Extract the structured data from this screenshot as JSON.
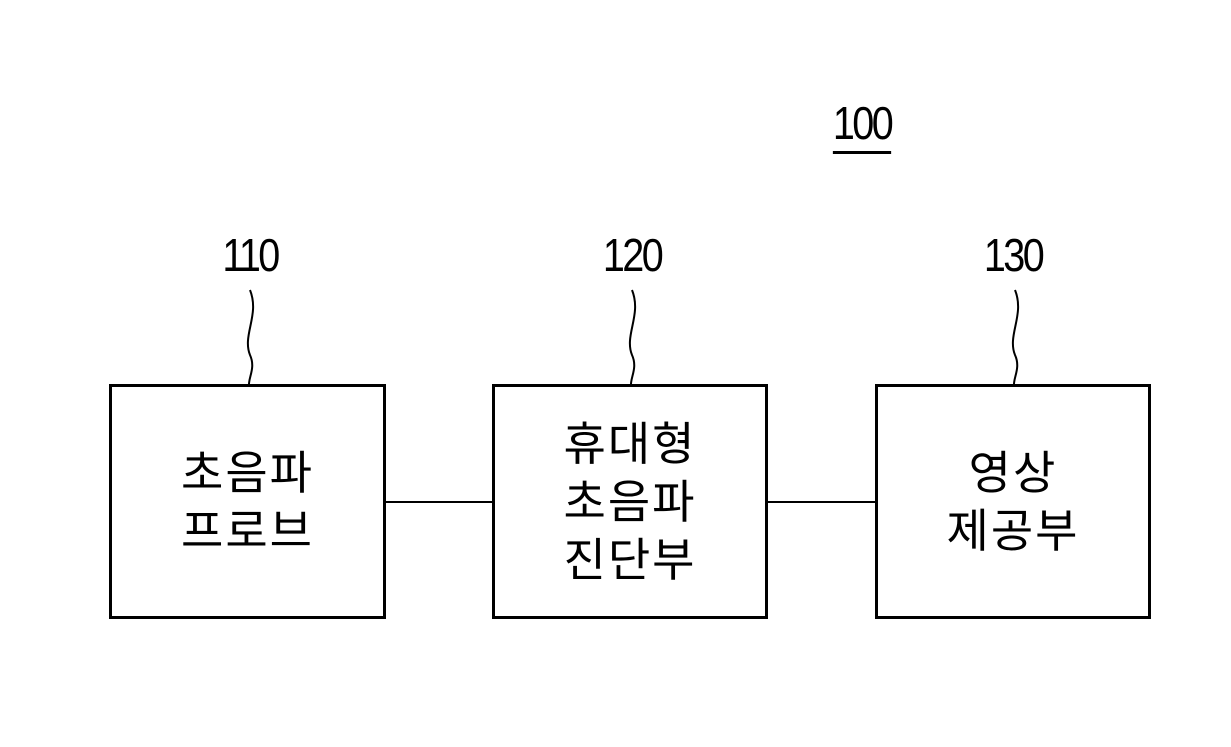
{
  "diagram": {
    "reference_numeral": "100",
    "blocks": [
      {
        "ref": "110",
        "lines": [
          "초음파",
          "프로브"
        ]
      },
      {
        "ref": "120",
        "lines": [
          "휴대형",
          "초음파",
          "진단부"
        ]
      },
      {
        "ref": "130",
        "lines": [
          "영상",
          "제공부"
        ]
      }
    ],
    "connections": [
      {
        "from": "110",
        "to": "120"
      },
      {
        "from": "120",
        "to": "130"
      }
    ]
  }
}
